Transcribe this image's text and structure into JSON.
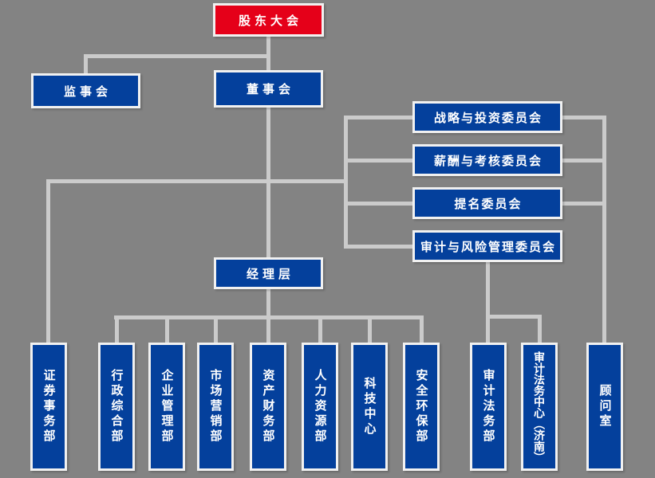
{
  "org": {
    "shareholders": {
      "label": "股东大会"
    },
    "supervisory_board": {
      "label": "监事会"
    },
    "board": {
      "label": "董事会"
    },
    "management": {
      "label": "经理层"
    },
    "committees": [
      {
        "label": "战略与投资委员会"
      },
      {
        "label": "薪酬与考核委员会"
      },
      {
        "label": "提名委员会"
      },
      {
        "label": "审计与风险管理委员会"
      }
    ],
    "departments": [
      {
        "label": "证券事务部"
      },
      {
        "label": "行政综合部"
      },
      {
        "label": "企业管理部"
      },
      {
        "label": "市场营销部"
      },
      {
        "label": "资产财务部"
      },
      {
        "label": "人力资源部"
      },
      {
        "label": "科技中心"
      },
      {
        "label": "安全环保部"
      },
      {
        "label": "审计法务部"
      },
      {
        "label": "审计法务中心（济南）"
      },
      {
        "label": "顾问室"
      }
    ]
  },
  "colors": {
    "background": "#838383",
    "connector": "#cbcbcb",
    "node_blue": "#04409c",
    "node_red": "#e50019",
    "node_border": "#f1f1f1",
    "text": "#ffffff"
  }
}
